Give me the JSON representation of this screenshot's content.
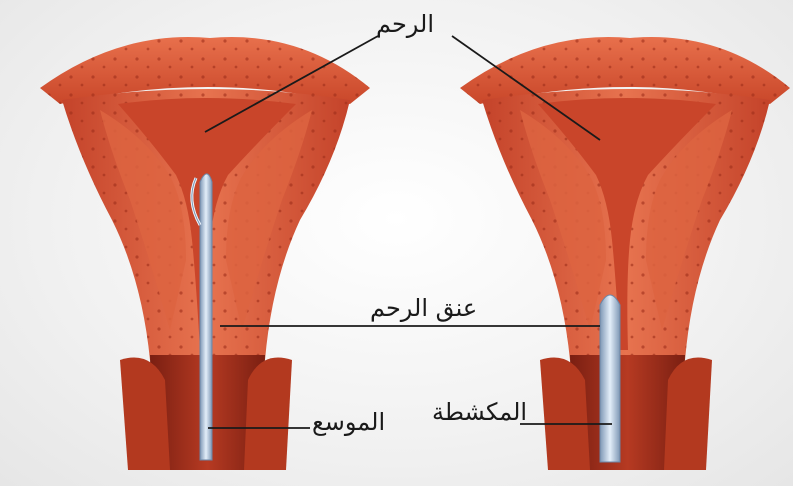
{
  "labels": {
    "uterus": "الرحم",
    "cervix": "عنق الرحم",
    "dilator": "الموسع",
    "curette": "المكشطة"
  },
  "colors": {
    "tissue_dark": "#b8381f",
    "tissue_mid": "#d9583a",
    "tissue_light": "#ea7652",
    "cavity": "#c9452a",
    "instrument": "#a9c3de",
    "line": "#1a1a1a"
  }
}
